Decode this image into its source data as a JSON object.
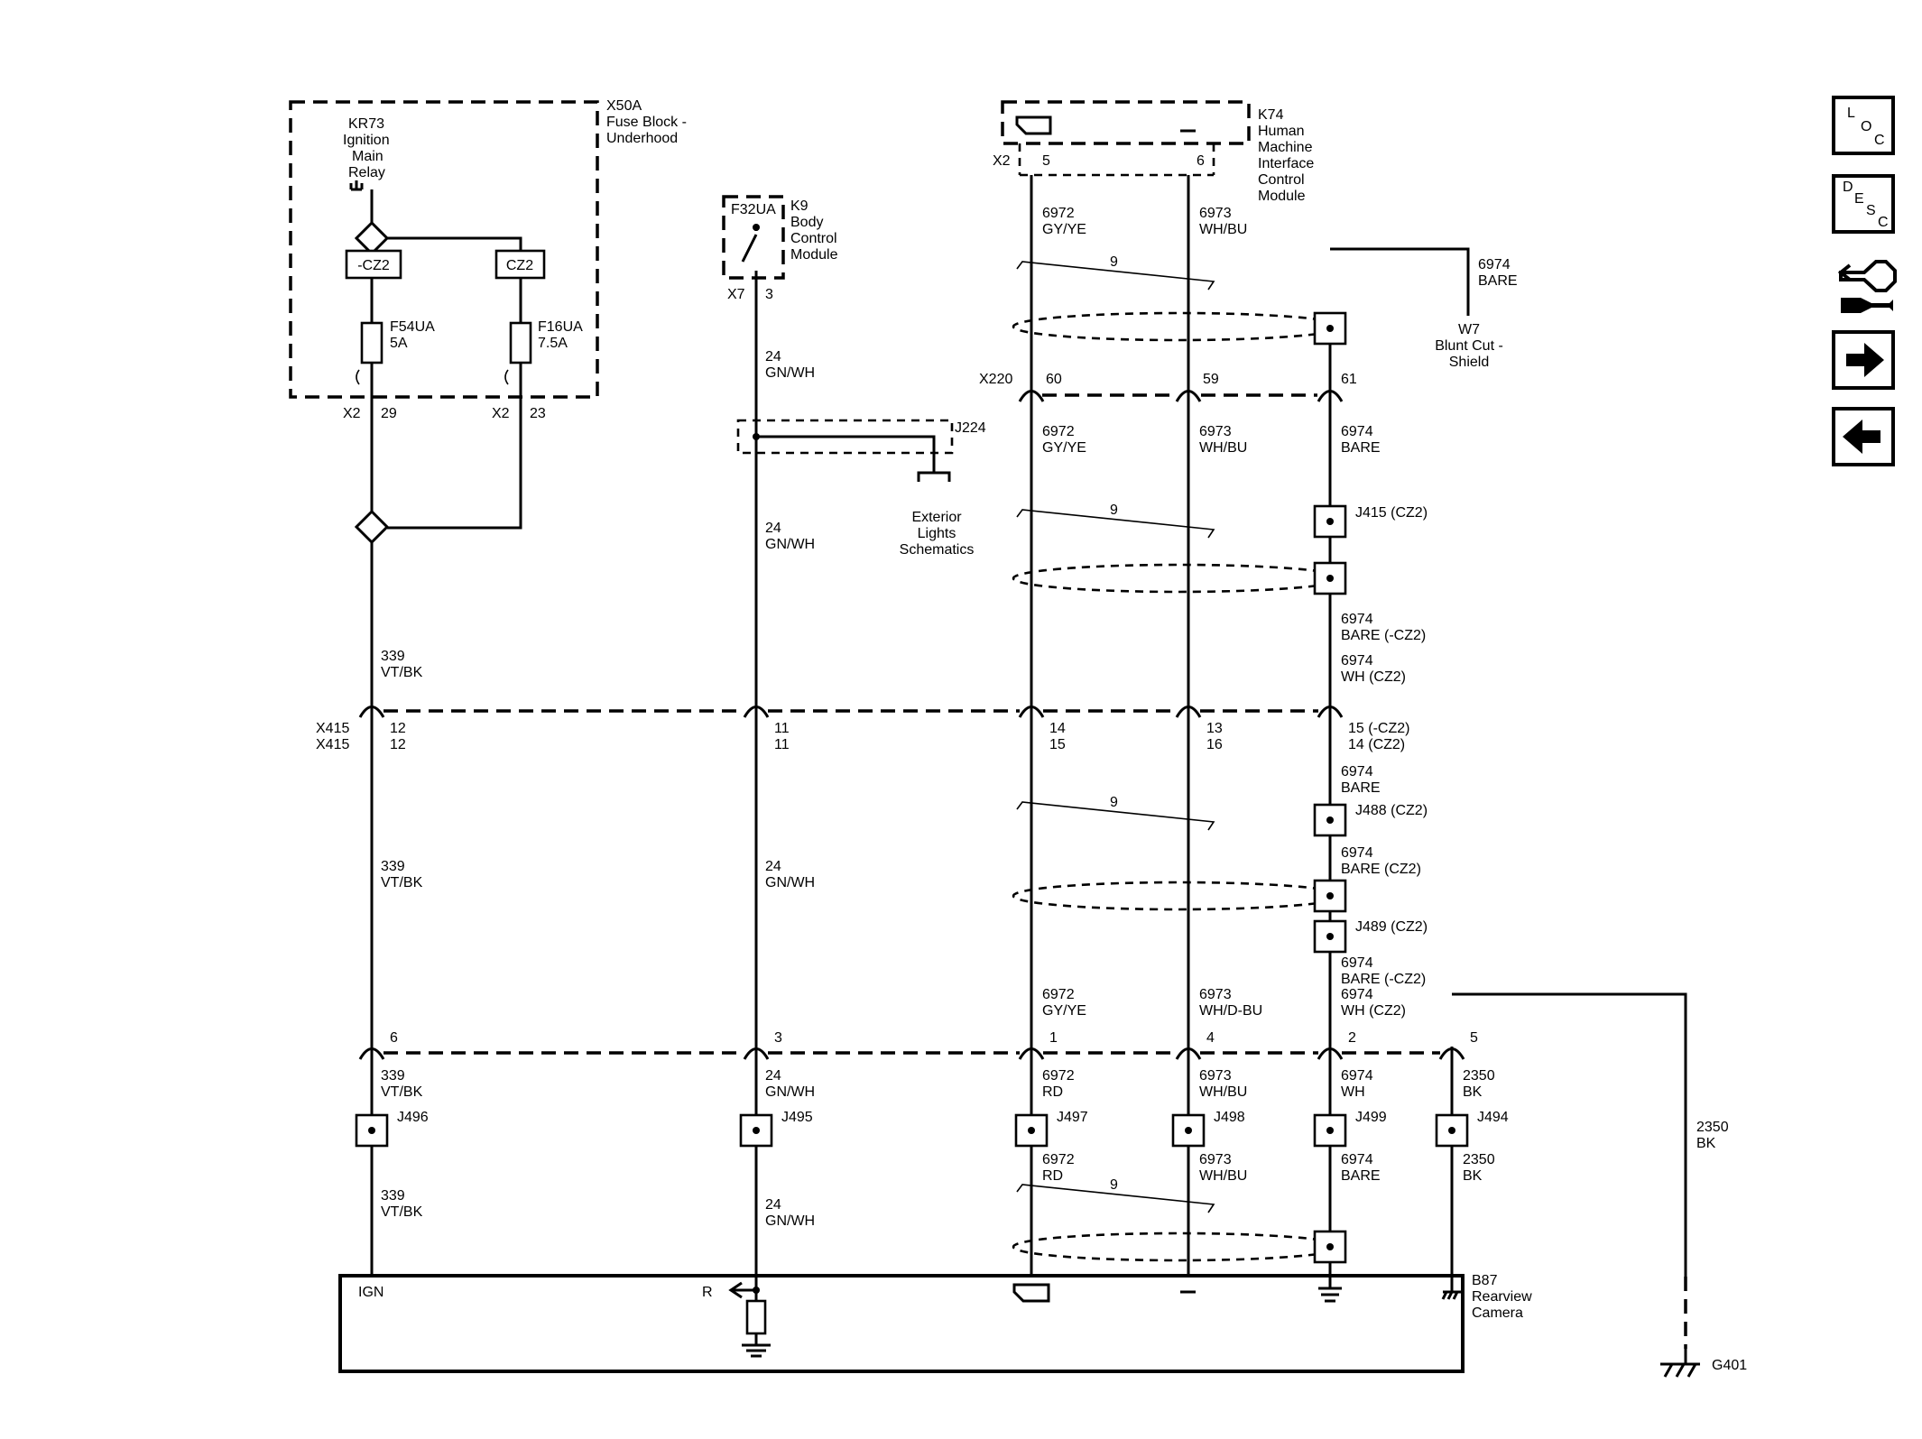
{
  "labels": {
    "x50a": "X50A",
    "fuse_block": "Fuse Block -",
    "underhood": "Underhood",
    "kr73": "KR73",
    "ignition": "Ignition",
    "main": "Main",
    "relay": "Relay",
    "relay_a": "-CZ2",
    "relay_b": "CZ2",
    "f54ua": "F54UA",
    "f54ua_rating": "5A",
    "f16ua": "F16UA",
    "f16ua_rating": "7.5A",
    "x2": "X2",
    "pin29": "29",
    "pin23": "23",
    "w339": "339",
    "vtbk": "VT/BK",
    "f32ua": "F32UA",
    "k9": "K9",
    "body": "Body",
    "control": "Control",
    "module": "Module",
    "x7": "X7",
    "pin3": "3",
    "w24": "24",
    "gnwh": "GN/WH",
    "j224": "J224",
    "exterior": "Exterior",
    "lights": "Lights",
    "schematics": "Schematics",
    "k74": "K74",
    "human": "Human",
    "machine": "Machine",
    "interface": "Interface",
    "pin5": "5",
    "pin6": "6",
    "w6972": "6972",
    "gyye": "GY/YE",
    "w6973": "6973",
    "whbu": "WH/BU",
    "twist": "9",
    "w6974": "6974",
    "bare": "BARE",
    "w7": "W7",
    "blunt_cut": "Blunt Cut -",
    "shield": "Shield",
    "x220": "X220",
    "pin60": "60",
    "pin59": "59",
    "pin61": "61",
    "j415": "J415  (CZ2)",
    "bare_ncz2": "BARE  (-CZ2)",
    "wh_cz2": "WH    (CZ2)",
    "x415": "X415",
    "p12": "12",
    "p11": "11",
    "p14": "14",
    "p15": "15",
    "p13": "13",
    "p16": "16",
    "p15_ncz2": "15 (-CZ2)",
    "p14_cz2": "14 (CZ2)",
    "j488": "J488  (CZ2)",
    "bare_cz2": "BARE (CZ2)",
    "j489": "J489  (CZ2)",
    "whdbu": "WH/D-BU",
    "p6": "6",
    "p3": "3",
    "p1": "1",
    "p4": "4",
    "p2": "2",
    "p5": "5",
    "rd": "RD",
    "wh": "WH",
    "w2350": "2350",
    "bk": "BK",
    "j496": "J496",
    "j495": "J495",
    "j497": "J497",
    "j498": "J498",
    "j499": "J499",
    "j494": "J494",
    "ign": "IGN",
    "r": "R",
    "b87": "B87",
    "rearview": "Rearview",
    "camera": "Camera",
    "g401": "G401"
  },
  "nav": {
    "loc": [
      "L",
      "O",
      "C"
    ],
    "desc": [
      "D",
      "E",
      "S",
      "C"
    ]
  }
}
